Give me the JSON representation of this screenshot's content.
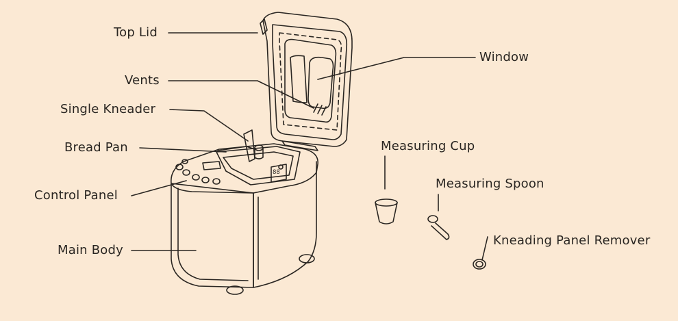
{
  "diagram": {
    "labels": {
      "top_lid": "Top Lid",
      "vents": "Vents",
      "single_kneader": "Single Kneader",
      "bread_pan": "Bread Pan",
      "control_panel": "Control Panel",
      "main_body": "Main Body",
      "window": "Window",
      "measuring_cup": "Measuring Cup",
      "measuring_spoon": "Measuring Spoon",
      "kneading_panel_remover": "Kneading Panel Remover"
    },
    "display_digits": "88",
    "colors": {
      "background": "#fbe9d4",
      "line": "#2a2622",
      "text": "#2a2622"
    }
  }
}
